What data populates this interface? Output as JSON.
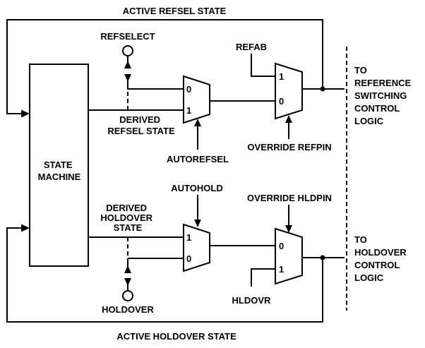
{
  "labels": {
    "active_refsel_state": "ACTIVE REFSEL STATE",
    "refselect": "REFSELECT",
    "refab": "REFAB",
    "derived_refsel_line1": "DERIVED",
    "derived_refsel_line2": "REFSEL STATE",
    "autorefsel": "AUTOREFSEL",
    "override_refpin": "OVERRIDE REFPIN",
    "to_reference_lines": [
      "TO",
      "REFERENCE",
      "SWITCHING",
      "CONTROL",
      "LOGIC"
    ],
    "state_machine_lines": [
      "STATE",
      "MACHINE"
    ],
    "autohold": "AUTOHOLD",
    "override_hldpin": "OVERRIDE HLDPIN",
    "derived_holdover_lines": [
      "DERIVED",
      "HOLDOVER",
      "STATE"
    ],
    "holdover": "HOLDOVER",
    "hldovr": "HLDOVR",
    "to_holdover_lines": [
      "TO",
      "HOLDOVER",
      "CONTROL",
      "LOGIC"
    ],
    "active_holdover_state": "ACTIVE HOLDOVER STATE"
  },
  "mux_inputs": {
    "mux1": [
      "0",
      "1"
    ],
    "mux2": [
      "1",
      "0"
    ],
    "mux3": [
      "1",
      "0"
    ],
    "mux4": [
      "0",
      "1"
    ]
  }
}
